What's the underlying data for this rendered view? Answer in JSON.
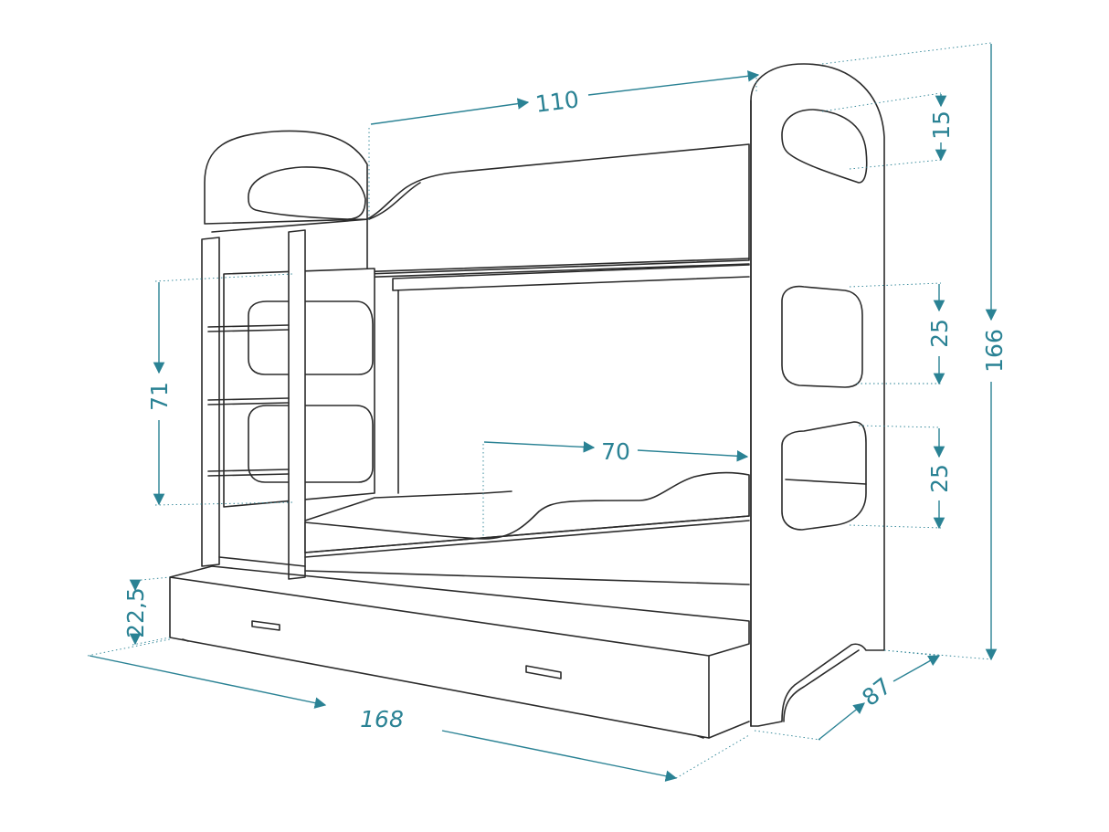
{
  "colors": {
    "dimension": "#2a8294",
    "outline": "#2b2b2b",
    "background": "#ffffff"
  },
  "dimensions": {
    "upper_bed_width": "110",
    "headboard_opening_height": "15",
    "total_height": "166",
    "ladder_height": "71",
    "side_opening_upper_height": "25",
    "lower_bed_opening_width": "70",
    "side_opening_lower_height": "25",
    "drawer_height": "22,5",
    "total_length": "168",
    "total_depth": "87"
  }
}
